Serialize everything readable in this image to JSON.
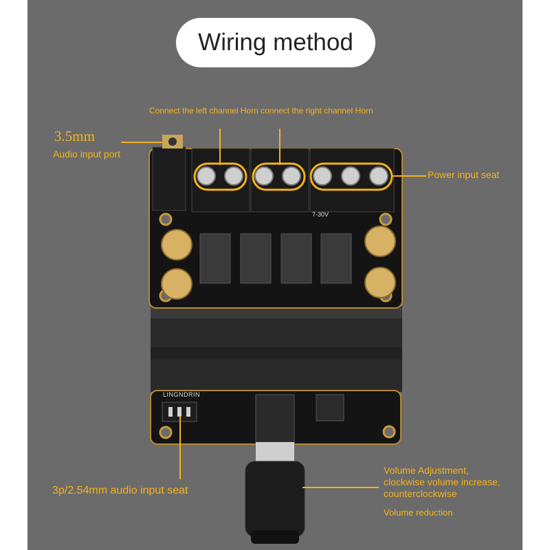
{
  "title": "Wiring method",
  "labels": {
    "horn": "Connect the left channel Horn connect the right channel Horn",
    "audio_port_size": "3.5mm",
    "audio_port": "Audio input port",
    "power": "Power input seat",
    "audio_seat": "3p/2.54mm audio input seat",
    "volume_line1": "Volume Adjustment,",
    "volume_line2": "clockwise volume increase,",
    "volume_line3": "counterclockwise",
    "volume_line4": "Volume reduction"
  },
  "board_print": {
    "header": "LINGNDRIN",
    "voltage": "7-30V"
  },
  "colors": {
    "background": "#6b6b6b",
    "accent": "#f5b31a",
    "board": "#141414",
    "pill": "#ffffff"
  }
}
